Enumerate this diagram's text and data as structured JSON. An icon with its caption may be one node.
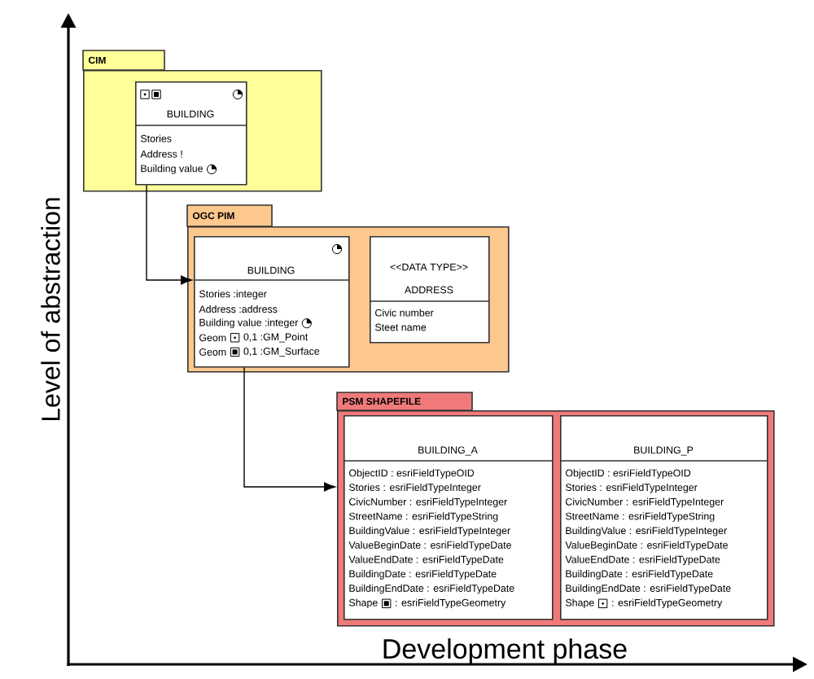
{
  "diagram": {
    "nodes": [
      {
        "text": [
          "CIM"
        ]
      },
      {
        "text": [
          "BUILDING",
          "Stories",
          "Address !",
          "Building value"
        ],
        "in": 0
      },
      {
        "text": [
          "OGC PIM"
        ]
      },
      {
        "text": [
          "BUILDING",
          "Stories :integer",
          "Address :address",
          "Building value :integer",
          "Geom",
          "0,1 :GM_Point",
          "Geom",
          "0,1 :GM_Surface"
        ],
        "in": 2
      },
      {
        "text": [
          "<<DATA TYPE>>",
          "ADDRESS",
          "Civic number",
          "Steet name"
        ],
        "in": 2
      },
      {
        "text": [
          "PSM SHAPEFILE"
        ]
      },
      {
        "text": [
          "BUILDING_A",
          "ObjectID : esriFieldTypeOID",
          "Stories : esriFieldTypeInteger",
          "CivicNumber : esriFieldTypeInteger",
          "StreetName : esriFieldTypeString",
          "BuildingValue : esriFieldTypeInteger",
          "ValueBeginDate : esriFieldTypeDate",
          "ValueEndDate : esriFieldTypeDate",
          "BuildingDate : esriFieldTypeDate",
          "BuildingEndDate : esriFieldTypeDate",
          "Shape",
          ": esriFieldTypeGeometry"
        ],
        "in": 5
      },
      {
        "text": [
          "BUILDING_P",
          "ObjectID : esriFieldTypeOID",
          "Stories : esriFieldTypeInteger",
          "CivicNumber : esriFieldTypeInteger",
          "StreetName : esriFieldTypeString",
          "BuildingValue : esriFieldTypeInteger",
          "ValueBeginDate : esriFieldTypeDate",
          "ValueEndDate : esriFieldTypeDate",
          "BuildingDate : esriFieldTypeDate",
          "BuildingEndDate : esriFieldTypeDate",
          "Shape",
          ": esriFieldTypeGeometry"
        ],
        "in": 5
      }
    ],
    "edges": [
      {
        "from": 1,
        "to": 3,
        "arrow": "to"
      },
      {
        "from": 3,
        "to": 5,
        "arrow": "to"
      }
    ],
    "labels": [
      "Level of abstraction",
      "Development phase"
    ]
  }
}
